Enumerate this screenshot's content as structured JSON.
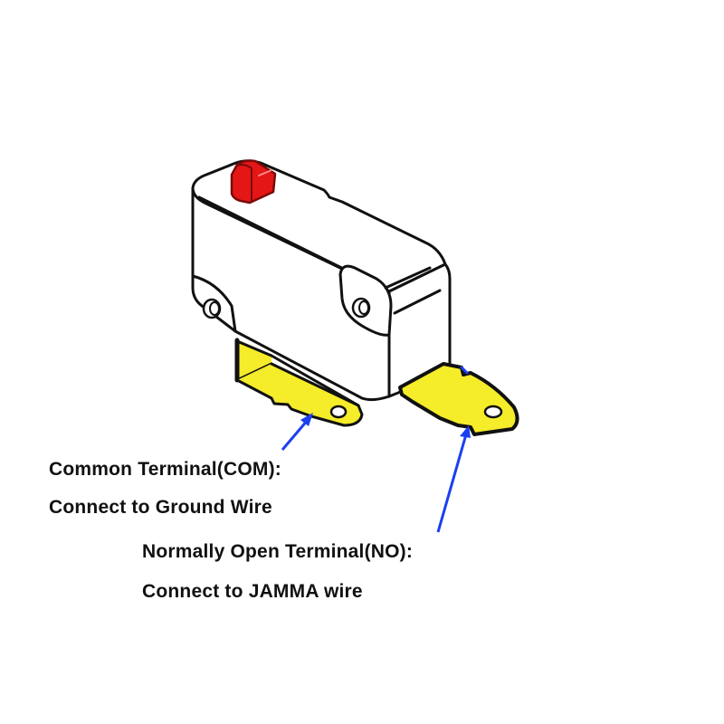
{
  "diagram": {
    "subject": "micro switch",
    "colors": {
      "background": "#ffffff",
      "outline": "#111111",
      "body_fill": "#ffffff",
      "actuator": "#e41616",
      "terminal": "#f5ec2a",
      "arrow": "#1b3ff0"
    },
    "components": {
      "actuator": "red plunger button",
      "body": "switch housing",
      "mount_holes": 2,
      "terminals": [
        "COM",
        "NO"
      ]
    }
  },
  "labels": {
    "com": {
      "title": "Common Terminal(COM):",
      "description": "Connect to Ground Wire"
    },
    "no": {
      "title": "Normally Open Terminal(NO):",
      "description": "Connect to JAMMA wire"
    }
  }
}
